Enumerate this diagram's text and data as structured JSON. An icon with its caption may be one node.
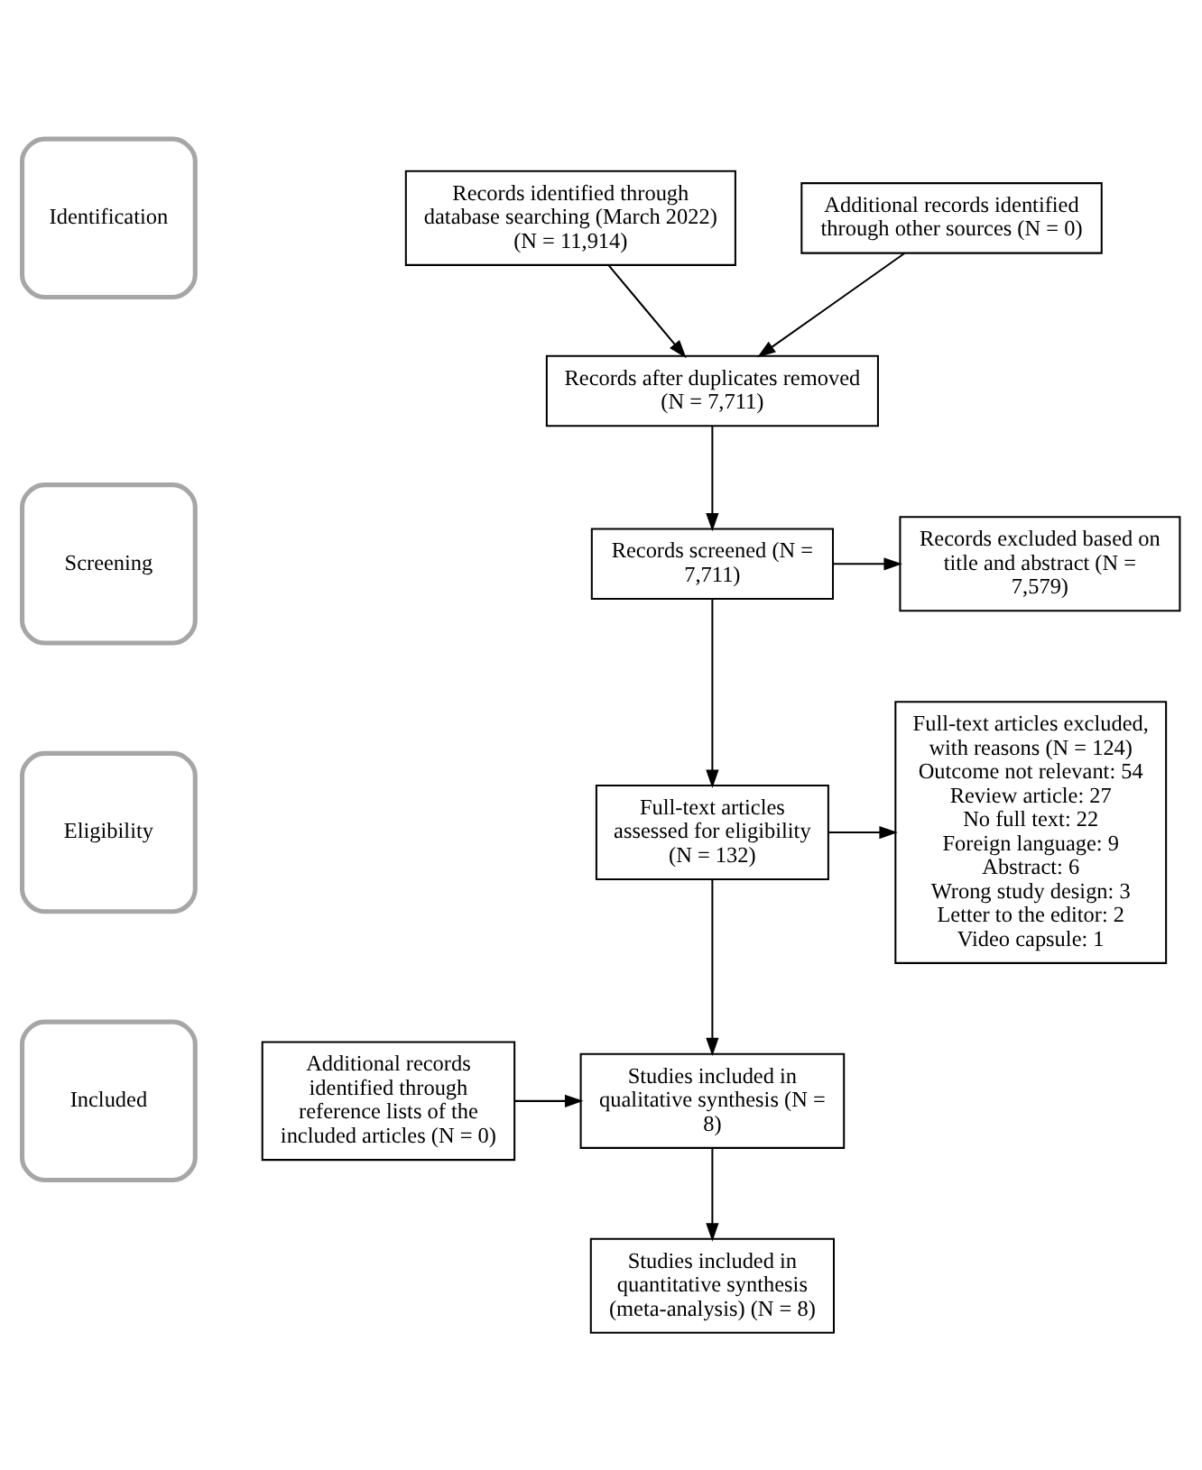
{
  "diagram": {
    "nodes": [
      {
        "text": [
          "Identification"
        ]
      },
      {
        "text": [
          "Screening"
        ]
      },
      {
        "text": [
          "Eligibility"
        ]
      },
      {
        "text": [
          "Included"
        ]
      },
      {
        "text": [
          "Records identified through database searching (March 2022) (N = 11,914)"
        ]
      },
      {
        "text": [
          "Additional records identified through other sources (N = 0)"
        ]
      },
      {
        "text": [
          "Records after duplicates removed (N = 7,711)"
        ]
      },
      {
        "text": [
          "Records screened (N = 7,711)"
        ]
      },
      {
        "text": [
          "Records excluded based on title and abstract (N = 7,579)"
        ]
      },
      {
        "text": [
          "Full-text articles assessed for eligibility (N = 132)"
        ]
      },
      {
        "text": [
          "Full-text articles excluded, with reasons (N = 124)",
          "Outcome not relevant: 54",
          "Review article: 27",
          "No full text: 22",
          "Foreign language: 9",
          "Abstract: 6",
          "Wrong study design: 3",
          "Letter to the editor: 2",
          "Video capsule: 1"
        ]
      },
      {
        "text": [
          "Studies included in qualitative synthesis (N = 8)"
        ]
      },
      {
        "text": [
          "Additional records identified through reference lists of the included articles (N = 0)"
        ]
      },
      {
        "text": [
          "Studies included in quantitative synthesis (meta-analysis) (N = 8)"
        ]
      }
    ],
    "edges": [
      {
        "from": 4,
        "to": 6,
        "arrow": "to"
      },
      {
        "from": 5,
        "to": 6,
        "arrow": "to"
      },
      {
        "from": 6,
        "to": 7,
        "arrow": "to"
      },
      {
        "from": 7,
        "to": 8,
        "arrow": "to"
      },
      {
        "from": 7,
        "to": 9,
        "arrow": "to"
      },
      {
        "from": 9,
        "to": 10,
        "arrow": "to"
      },
      {
        "from": 9,
        "to": 11,
        "arrow": "to"
      },
      {
        "from": 12,
        "to": 11,
        "arrow": "to"
      },
      {
        "from": 11,
        "to": 13,
        "arrow": "to"
      }
    ]
  }
}
